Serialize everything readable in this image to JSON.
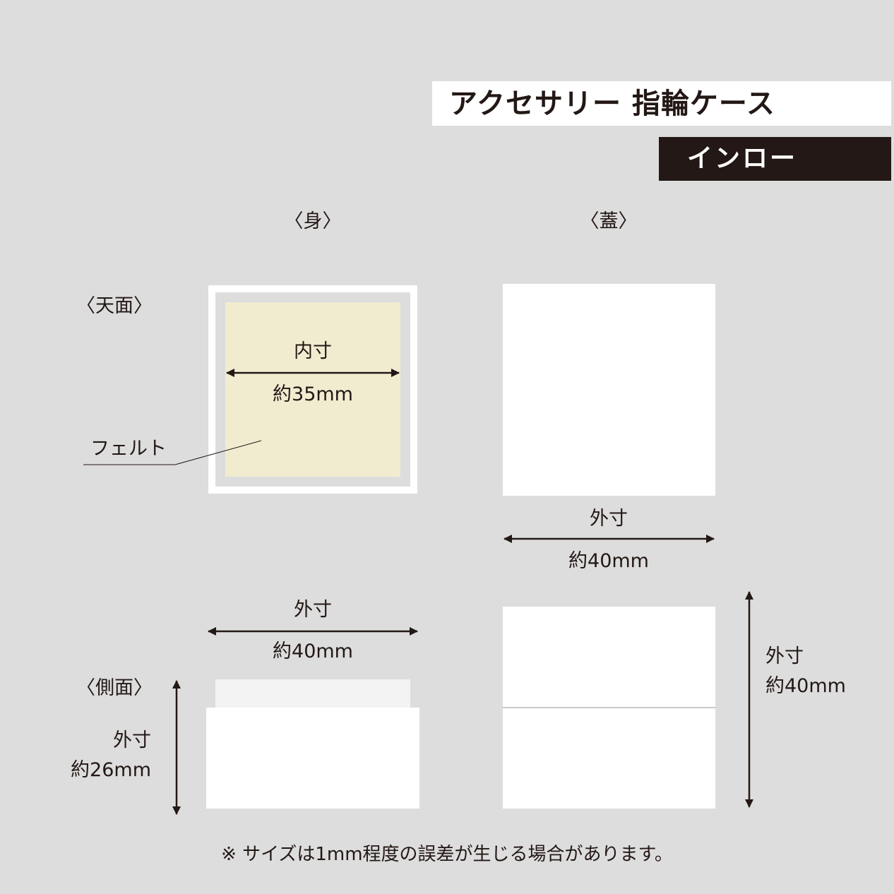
{
  "title": "アクセサリー 指輪ケース",
  "subtitle": "インロー",
  "sections": {
    "body": "〈身〉",
    "lid": "〈蓋〉",
    "top_view": "〈天面〉",
    "side_view": "〈側面〉"
  },
  "labels": {
    "felt": "フェルト",
    "inner_size_label": "内寸",
    "inner_size_value": "約35mm",
    "lid_width_label": "外寸",
    "lid_width_value": "約40mm",
    "body_width_label": "外寸",
    "body_width_value": "約40mm",
    "body_height_label": "外寸",
    "body_height_value": "約26mm",
    "lid_height_label": "外寸",
    "lid_height_value": "約40mm"
  },
  "note": "※ サイズは1mm程度の誤差が生じる場合があります。",
  "colors": {
    "background": "#dddddd",
    "panel": "#ffffff",
    "felt": "#f1ecd0",
    "ink": "#231815",
    "rim": "#f3f3f3"
  }
}
